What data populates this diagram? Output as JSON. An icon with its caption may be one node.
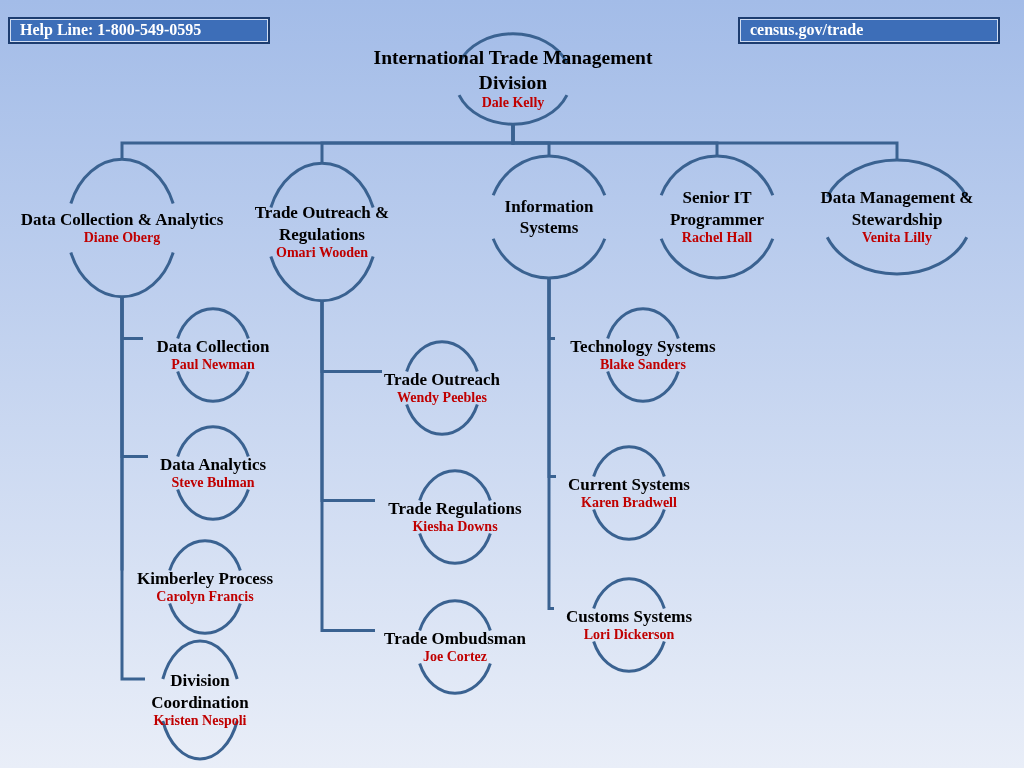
{
  "diagram": {
    "nodes": [
      {
        "text": [
          "Help Line: 1-800-549-0595"
        ]
      },
      {
        "text": [
          "International Trade Management Division",
          "Dale Kelly"
        ]
      },
      {
        "text": [
          "census.gov/trade"
        ]
      },
      {
        "text": [
          "Data Collection & Analytics",
          "Diane Oberg"
        ]
      },
      {
        "text": [
          "Trade Outreach & Regulations",
          "Omari Wooden"
        ]
      },
      {
        "text": [
          "Information Systems"
        ]
      },
      {
        "text": [
          "Senior IT Programmer",
          "Rachel Hall"
        ]
      },
      {
        "text": [
          "Data Management & Stewardship",
          "Venita Lilly"
        ]
      },
      {
        "text": [
          "Data Collection",
          "Paul Newman"
        ]
      },
      {
        "text": [
          "Data Analytics",
          "Steve Bulman"
        ]
      },
      {
        "text": [
          "Kimberley Process",
          "Carolyn Francis"
        ]
      },
      {
        "text": [
          "Division Coordination",
          "Kristen Nespoli"
        ]
      },
      {
        "text": [
          "Trade Outreach",
          "Wendy Peebles"
        ]
      },
      {
        "text": [
          "Trade Regulations",
          "Kiesha Downs"
        ]
      },
      {
        "text": [
          "Trade Ombudsman",
          "Joe Cortez"
        ]
      },
      {
        "text": [
          "Technology Systems",
          "Blake Sanders"
        ]
      },
      {
        "text": [
          "Current Systems",
          "Karen Bradwell"
        ]
      },
      {
        "text": [
          "Customs Systems",
          "Lori Dickerson"
        ]
      }
    ],
    "edges": [
      {
        "from": 1,
        "to": 3,
        "arrow": "none"
      },
      {
        "from": 1,
        "to": 4,
        "arrow": "none"
      },
      {
        "from": 1,
        "to": 5,
        "arrow": "none"
      },
      {
        "from": 1,
        "to": 6,
        "arrow": "none"
      },
      {
        "from": 1,
        "to": 7,
        "arrow": "none"
      },
      {
        "from": 3,
        "to": 8,
        "arrow": "none"
      },
      {
        "from": 3,
        "to": 9,
        "arrow": "none"
      },
      {
        "from": 3,
        "to": 10,
        "arrow": "none"
      },
      {
        "from": 3,
        "to": 11,
        "arrow": "none"
      },
      {
        "from": 4,
        "to": 12,
        "arrow": "none"
      },
      {
        "from": 4,
        "to": 13,
        "arrow": "none"
      },
      {
        "from": 4,
        "to": 14,
        "arrow": "none"
      },
      {
        "from": 5,
        "to": 15,
        "arrow": "none"
      },
      {
        "from": 5,
        "to": 16,
        "arrow": "none"
      },
      {
        "from": 5,
        "to": 17,
        "arrow": "none"
      }
    ]
  }
}
